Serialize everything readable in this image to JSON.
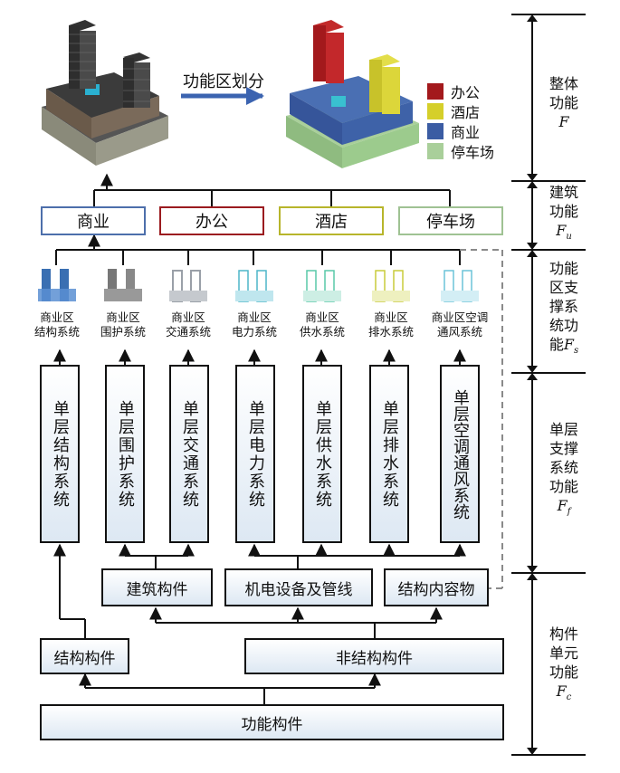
{
  "top": {
    "arrow_label": "功能区划分",
    "legend": [
      {
        "label": "办公",
        "color": "#a3191c"
      },
      {
        "label": "酒店",
        "color": "#d5cf2a"
      },
      {
        "label": "商业",
        "color": "#3b5ca3"
      },
      {
        "label": "停车场",
        "color": "#a9cf9a"
      }
    ]
  },
  "functional_zones": [
    {
      "label": "商业",
      "color": "#4d6fab"
    },
    {
      "label": "办公",
      "color": "#9b1b1f"
    },
    {
      "label": "酒店",
      "color": "#b7b52b"
    },
    {
      "label": "停车场",
      "color": "#9fc293"
    }
  ],
  "support_systems": [
    {
      "line1": "商业区",
      "line2": "结构系统",
      "icon_color": "#3a6fb2"
    },
    {
      "line1": "商业区",
      "line2": "围护系统",
      "icon_color": "#777777"
    },
    {
      "line1": "商业区",
      "line2": "交通系统",
      "icon_color": "#9aa0a8"
    },
    {
      "line1": "商业区",
      "line2": "电力系统",
      "icon_color": "#4db6c8"
    },
    {
      "line1": "商业区",
      "line2": "供水系统",
      "icon_color": "#58c9a8"
    },
    {
      "line1": "商业区",
      "line2": "排水系统",
      "icon_color": "#c9cc3a"
    },
    {
      "line1": "商业区空调",
      "line2": "通风系统",
      "icon_color": "#6cc4d8"
    }
  ],
  "floor_systems": [
    "单层结构系统",
    "单层围护系统",
    "单层交通系统",
    "单层电力系统",
    "单层供水系统",
    "单层排水系统",
    "单层空调通风系统"
  ],
  "component_groups": [
    "建筑构件",
    "机电设备及管线",
    "结构内容物"
  ],
  "component_types": [
    "结构构件",
    "非结构构件"
  ],
  "root": "功能构件",
  "levels": [
    {
      "lines": [
        "整体",
        "功能"
      ],
      "symbol": "F",
      "sub": ""
    },
    {
      "lines": [
        "建筑",
        "功能"
      ],
      "symbol": "F",
      "sub": "u"
    },
    {
      "lines": [
        "功能",
        "区支",
        "撑系",
        "统功"
      ],
      "tail": "能",
      "symbol": "F",
      "sub": "s"
    },
    {
      "lines": [
        "单层",
        "支撑",
        "系统",
        "功能"
      ],
      "symbol": "F",
      "sub": "f"
    },
    {
      "lines": [
        "构件",
        "单元",
        "功能"
      ],
      "symbol": "F",
      "sub": "c"
    }
  ]
}
